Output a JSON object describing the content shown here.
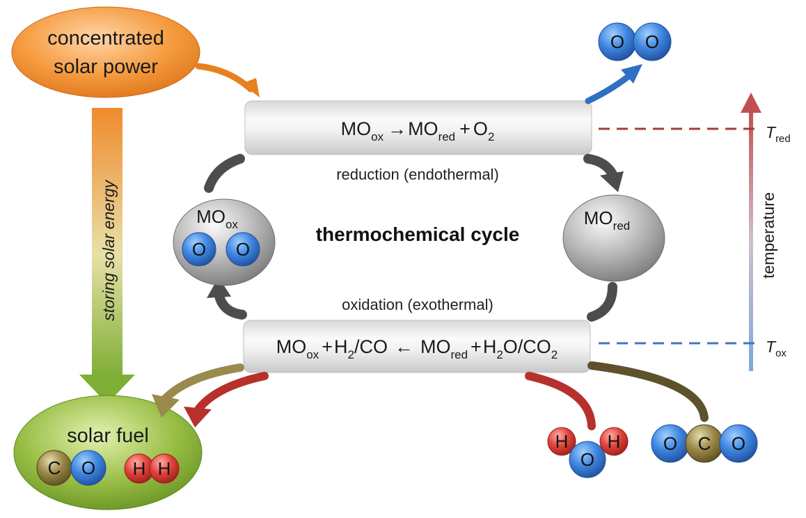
{
  "colors": {
    "oxygen": "#2f6fd0",
    "carbon": "#7a6a35",
    "hydrogen": "#d23a35",
    "metal_oxide": "#a9a9a9",
    "solar_power": "#f08a2c",
    "solar_fuel": "#7fa832",
    "hot": "#b23b3b",
    "cold": "#3f74c6"
  },
  "source": {
    "line1": "concentrated",
    "line2": "solar power"
  },
  "storage_label": "storing solar energy",
  "fuel": {
    "label": "solar fuel",
    "atoms": [
      "C",
      "O",
      "H",
      "H"
    ]
  },
  "reduction": {
    "eq_a": "MO",
    "eq_a_sub": "ox",
    "eq_arrow": "→",
    "eq_b": "MO",
    "eq_b_sub": "red",
    "eq_plus": "+",
    "eq_c": "O",
    "eq_c_sub": "2",
    "label": "reduction (endothermal)"
  },
  "oxidation": {
    "eq_a": "MO",
    "eq_a_sub": "ox",
    "eq_plus1": "+",
    "eq_b": "H",
    "eq_b_sub": "2",
    "eq_b_rest": "/CO",
    "eq_arrow": "←",
    "eq_c": "MO",
    "eq_c_sub": "red",
    "eq_plus2": "+",
    "eq_d": "H",
    "eq_d_sub": "2",
    "eq_d_rest": "O/CO",
    "eq_d_sub2": "2",
    "label": "oxidation (exothermal)"
  },
  "cycle_label": "thermochemical cycle",
  "mo_ox": {
    "main": "MO",
    "sub": "ox",
    "atoms": [
      "O",
      "O"
    ]
  },
  "mo_red": {
    "main": "MO",
    "sub": "red"
  },
  "oxygen_product": {
    "atoms": [
      "O",
      "O"
    ]
  },
  "water": {
    "atoms": [
      "H",
      "O",
      "H"
    ]
  },
  "co2": {
    "atoms": [
      "O",
      "C",
      "O"
    ]
  },
  "temperature": {
    "axis_label": "temperature",
    "t_red": "T",
    "t_red_sub": "red",
    "t_ox": "T",
    "t_ox_sub": "ox"
  }
}
